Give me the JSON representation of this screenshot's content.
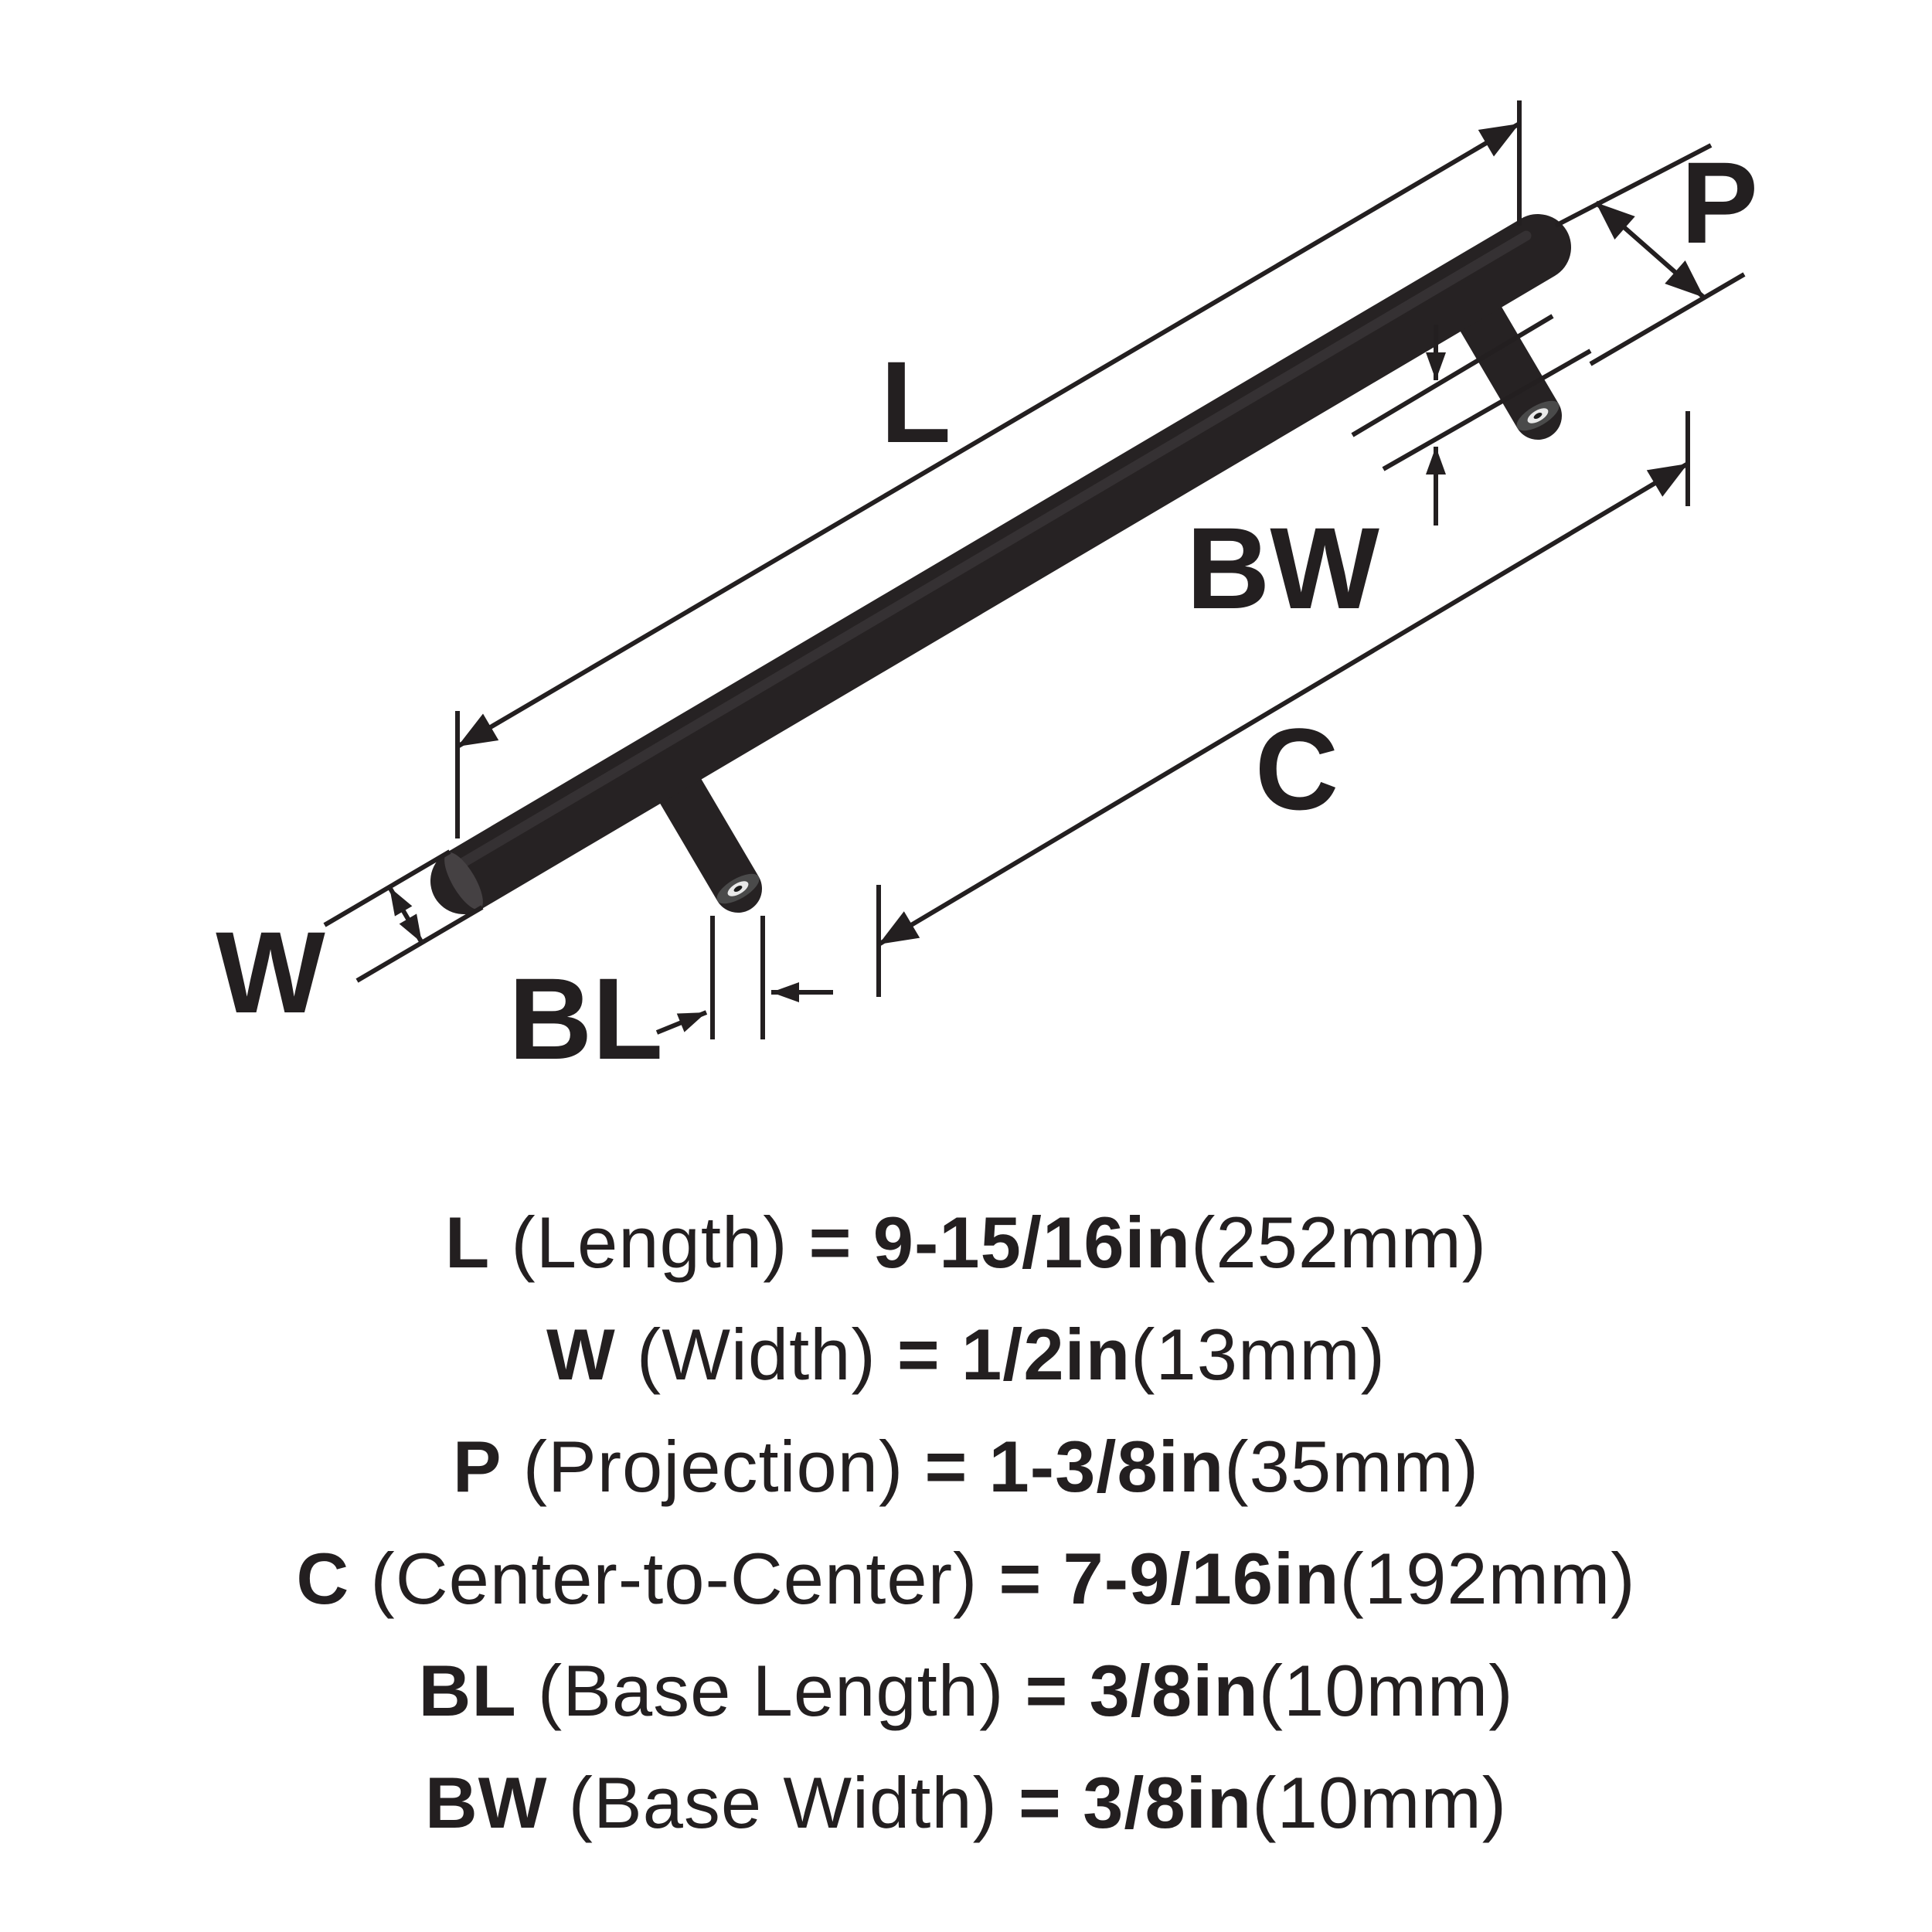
{
  "figure": {
    "background": "#ffffff",
    "ink": "#231f20",
    "labels": {
      "L": "L",
      "W": "W",
      "P": "P",
      "C": "C",
      "BL": "BL",
      "BW": "BW"
    }
  },
  "legend": {
    "rows": [
      {
        "sym": "L",
        "name": "(Length)",
        "eq": "=",
        "value": "9-15/16in",
        "metric": "(252mm)"
      },
      {
        "sym": "W",
        "name": "(Width)",
        "eq": "=",
        "value": "1/2in",
        "metric": "(13mm)"
      },
      {
        "sym": "P",
        "name": "(Projection)",
        "eq": "=",
        "value": "1-3/8in",
        "metric": "(35mm)"
      },
      {
        "sym": "C",
        "name": "(Center-to-Center)",
        "eq": "=",
        "value": "7-9/16in",
        "metric": "(192mm)"
      },
      {
        "sym": "BL",
        "name": "(Base Length)",
        "eq": "=",
        "value": "3/8in",
        "metric": "(10mm)"
      },
      {
        "sym": "BW",
        "name": "(Base Width)",
        "eq": "=",
        "value": "3/8in",
        "metric": "(10mm)"
      }
    ]
  }
}
